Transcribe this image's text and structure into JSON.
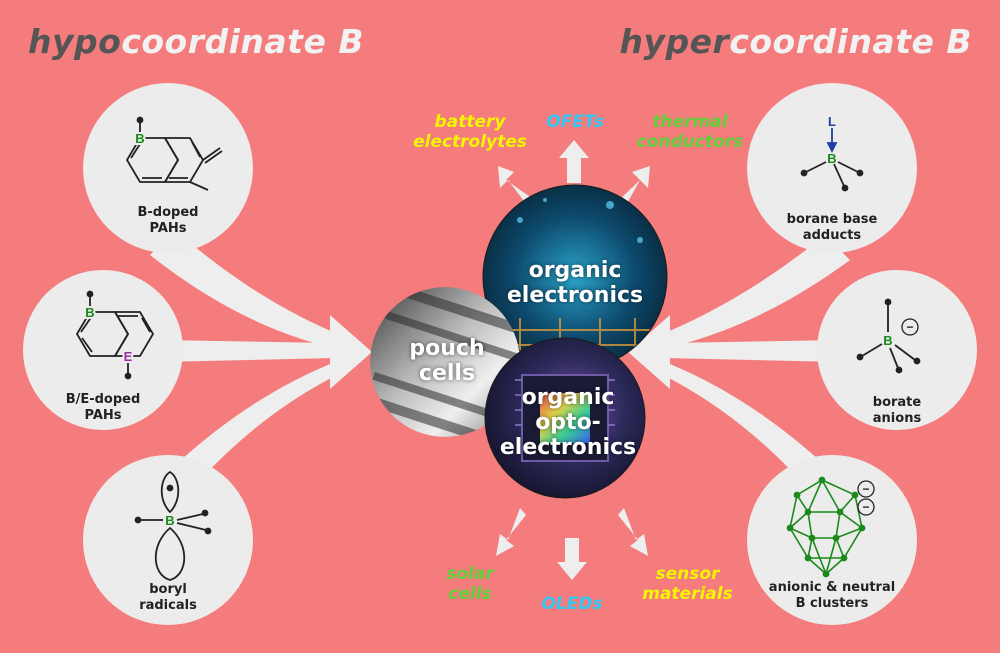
{
  "titles": {
    "left_dark": "hypo",
    "left_light": "coordinate B",
    "right_dark": "hyper",
    "right_light": "coordinate B"
  },
  "left_items": [
    {
      "label": "B-doped\nPAHs"
    },
    {
      "label": "B/E-doped\nPAHs"
    },
    {
      "label": "boryl\nradicals"
    }
  ],
  "right_items": [
    {
      "label": "borane base\nadducts"
    },
    {
      "label": "borate\nanions"
    },
    {
      "label": "anionic & neutral\nB clusters"
    }
  ],
  "atoms": {
    "boron": "B",
    "element": "E",
    "ligand": "L",
    "minus": "−"
  },
  "hubs": {
    "electronics": "organic\nelectronics",
    "pouch": "pouch\ncells",
    "opto": "organic\nopto-\nelectronics"
  },
  "applications_top": [
    {
      "text": "battery\nelectrolytes",
      "color": "#f5f500"
    },
    {
      "text": "OFETs",
      "color": "#33c6f2"
    },
    {
      "text": "thermal\nconductors",
      "color": "#5ed13a"
    }
  ],
  "applications_bottom": [
    {
      "text": "solar\ncells",
      "color": "#5ed13a"
    },
    {
      "text": "OLEDs",
      "color": "#33c6f2"
    },
    {
      "text": "sensor\nmaterials",
      "color": "#f5f500"
    }
  ],
  "colors": {
    "background": "#f47c7c",
    "circle": "#ececec",
    "arrow": "#eeeeee",
    "boron": "#1a8a1a",
    "element": "#9b2fa3",
    "ligand": "#1f3f9e",
    "title_dark": "#555555",
    "title_light": "#f2f2f2"
  }
}
